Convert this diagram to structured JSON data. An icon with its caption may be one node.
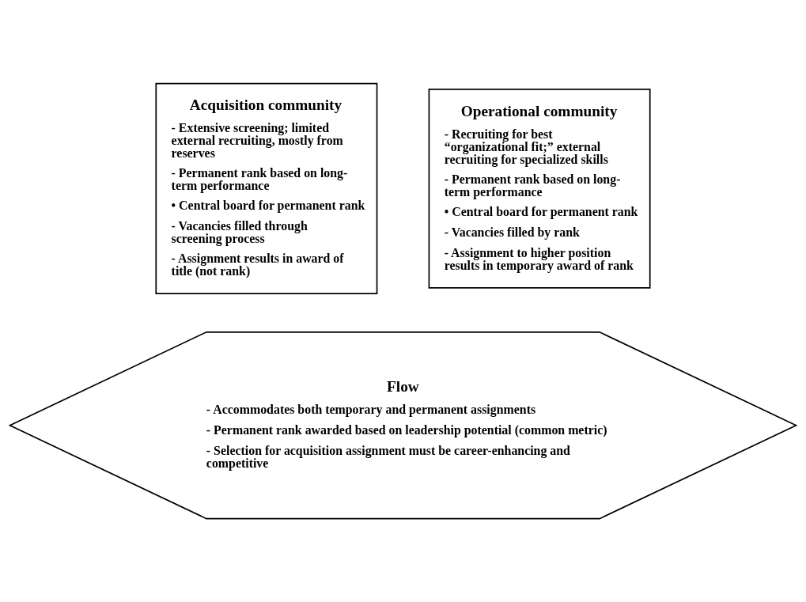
{
  "diagram": {
    "nodes": [
      {
        "text": [
          "Acquisition community",
          "- Extensive screening; limited external recruiting, mostly from reserves",
          "- Permanent rank based on long-term performance",
          "• Central board for permanent rank",
          "- Vacancies filled through screening process",
          "- Assignment results in award of title (not rank)"
        ]
      },
      {
        "text": [
          "Operational community",
          "- Recruiting for best “organizational fit;” external recruiting for specialized skills",
          "- Permanent rank based on long-term performance",
          "• Central board for permanent rank",
          "- Vacancies filled by rank",
          "- Assignment to higher position results in temporary award of rank"
        ]
      },
      {
        "text": [
          "Flow",
          "- Accommodates both temporary and permanent assignments",
          "- Permanent rank awarded based on leadership potential (common metric)",
          "- Selection for acquisition assignment must be career-enhancing and competitive"
        ]
      }
    ],
    "edges": []
  }
}
